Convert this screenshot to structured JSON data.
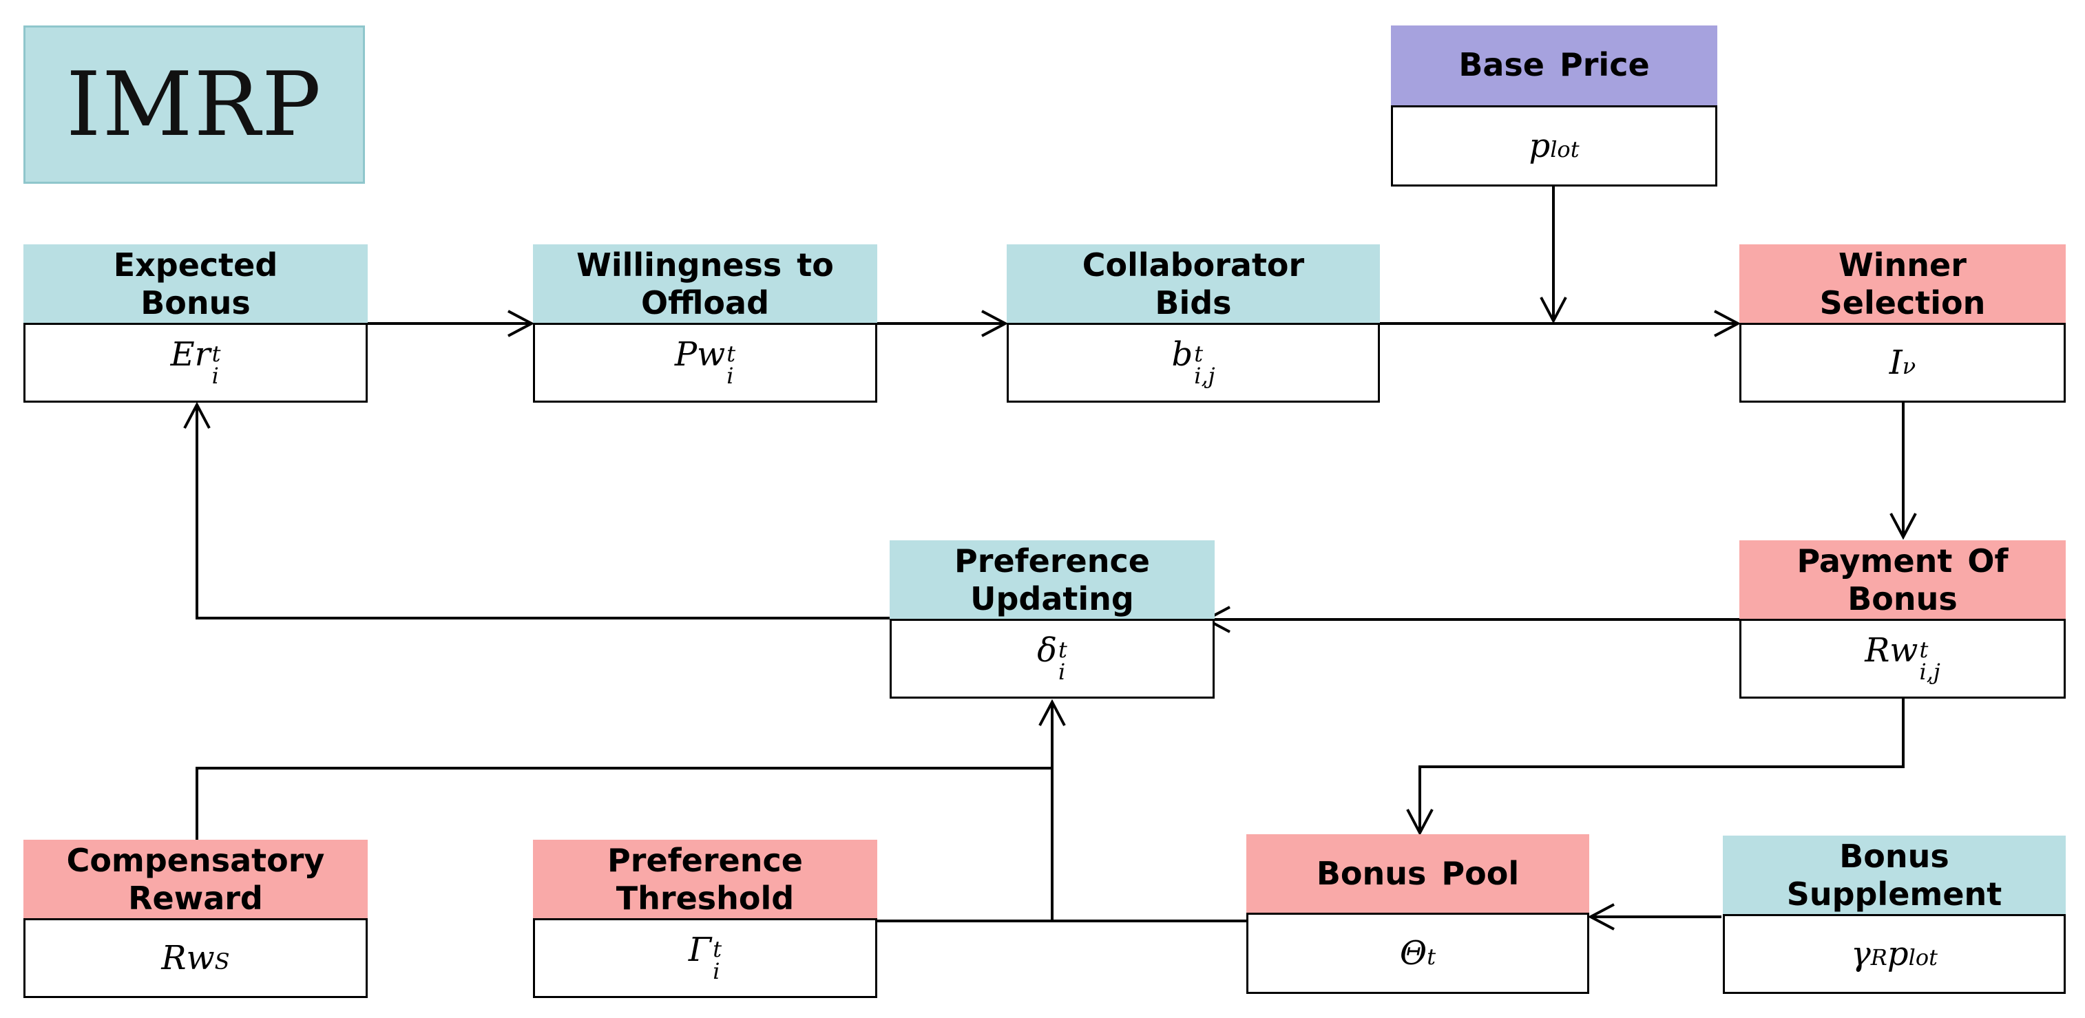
{
  "logo": {
    "text": "IMRP"
  },
  "nodes": {
    "base_price": {
      "title_lines": [
        "Base Price"
      ],
      "symbol": "p",
      "sub": "lot",
      "sup": ""
    },
    "expected_bonus": {
      "title_lines": [
        "Expected",
        "Bonus"
      ],
      "symbol": "Er",
      "sub": "i",
      "sup": "t"
    },
    "willingness": {
      "title_lines": [
        "Willingness to",
        "Offload"
      ],
      "symbol": "Pw",
      "sub": "i",
      "sup": "t"
    },
    "collaborator_bids": {
      "title_lines": [
        "Collaborator",
        "Bids"
      ],
      "symbol": "b",
      "sub": "i,j",
      "sup": "t"
    },
    "winner_selection": {
      "title_lines": [
        "Winner",
        "Selection"
      ],
      "symbol": "I",
      "sub": "",
      "sup": "ν"
    },
    "preference_updating": {
      "title_lines": [
        "Preference",
        "Updating"
      ],
      "symbol": "δ",
      "sub": "i",
      "sup": "t"
    },
    "payment_of_bonus": {
      "title_lines": [
        "Payment Of",
        "Bonus"
      ],
      "symbol": "Rw",
      "sub": "i,j",
      "sup": "t"
    },
    "compensatory_reward": {
      "title_lines": [
        "Compensatory",
        "Reward"
      ],
      "symbol": "Rw",
      "sub": "",
      "sup": "S"
    },
    "preference_threshold": {
      "title_lines": [
        "Preference",
        "Threshold"
      ],
      "symbol": "Γ",
      "sub": "i",
      "sup": "t"
    },
    "bonus_pool": {
      "title_lines": [
        "Bonus Pool"
      ],
      "symbol": "Θ",
      "sub": "",
      "sup": "t"
    },
    "bonus_supplement": {
      "title_lines": [
        "Bonus",
        "Supplement"
      ],
      "symbol": "γ",
      "sub": "",
      "sup": "R",
      "tail": "p",
      "tail_sub": "lot"
    }
  },
  "colors": {
    "teal": "#b9dfe3",
    "pink": "#f9a9a8",
    "purple": "#a6a2de",
    "line": "#000000"
  }
}
